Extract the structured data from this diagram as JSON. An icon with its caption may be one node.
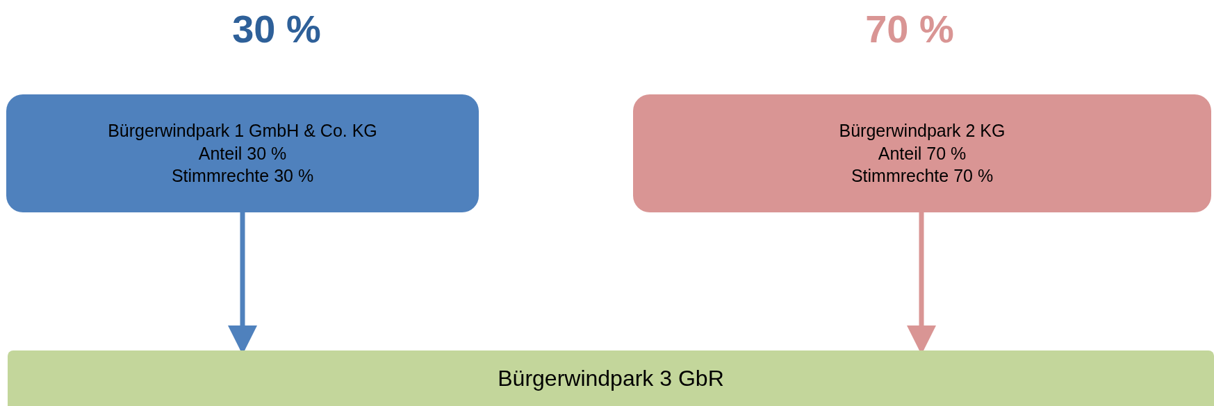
{
  "diagram": {
    "nodes": [
      {
        "text": [
          "Bürgerwindpark 1 GmbH & Co. KG",
          "Anteil 30 %",
          "Stimmrechte 30 %"
        ],
        "beside": [
          "30 %"
        ]
      },
      {
        "text": [
          "Bürgerwindpark 2 KG",
          "Anteil 70 %",
          "Stimmrechte 70 %"
        ],
        "beside": [
          "70 %"
        ]
      },
      {
        "text": [
          "Bürgerwindpark 3 GbR"
        ]
      }
    ],
    "edges": [
      {
        "from": 0,
        "to": 2,
        "arrow": "to",
        "color": "#4f81bd"
      },
      {
        "from": 1,
        "to": 2,
        "arrow": "to",
        "color": "#d99594"
      }
    ]
  }
}
